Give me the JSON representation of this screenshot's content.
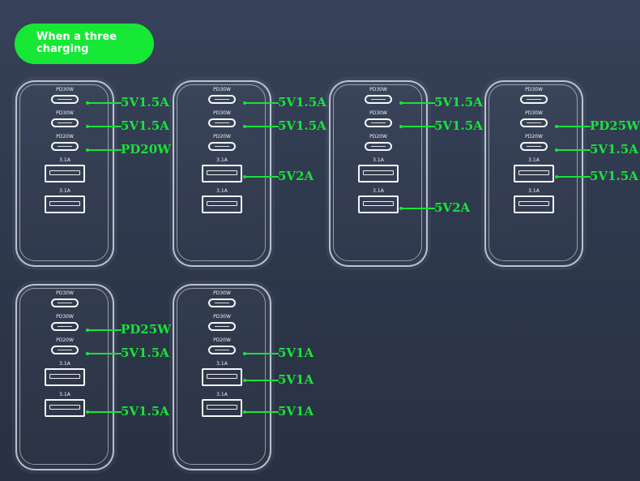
{
  "badge": {
    "line1": "When a three",
    "line2": "charging"
  },
  "colors": {
    "accent": "#19e33a",
    "background": "#2f394d",
    "outline": "#f5f7fb"
  },
  "ports": {
    "c1": "PD30W",
    "c2": "PD30W",
    "c3": "PD20W",
    "a1": "3.1A",
    "a2": "3.1A"
  },
  "configurations": [
    {
      "c1": "5V1.5A",
      "c2": "5V1.5A",
      "c3": "PD20W"
    },
    {
      "c1": "5V1.5A",
      "c2": "5V1.5A",
      "a1": "5V2A"
    },
    {
      "c1": "5V1.5A",
      "c2": "5V1.5A",
      "a2": "5V2A"
    },
    {
      "c2": "PD25W",
      "c3": "5V1.5A",
      "a1": "5V1.5A"
    },
    {
      "c2": "PD25W",
      "c3": "5V1.5A",
      "a2": "5V1.5A"
    },
    {
      "c3": "5V1A",
      "a1": "5V1A",
      "a2": "5V1A"
    }
  ]
}
